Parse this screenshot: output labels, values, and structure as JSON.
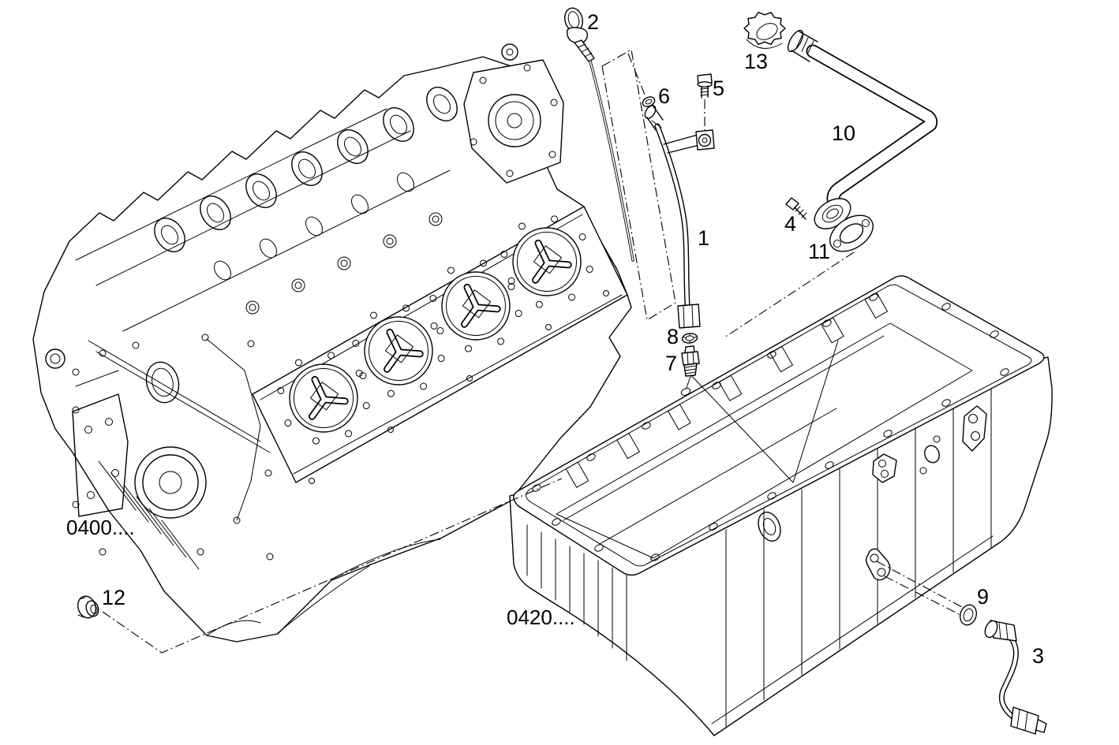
{
  "diagram": {
    "background": "#ffffff",
    "line_color": "#000000",
    "text_color": "#000000",
    "parts": {
      "p1": "1",
      "p2": "2",
      "p3": "3",
      "p4": "4",
      "p5": "5",
      "p6": "6",
      "p7": "7",
      "p8": "8",
      "p9": "9",
      "p10": "10",
      "p11": "11",
      "p12": "12",
      "p13": "13"
    },
    "references": {
      "block": "0400....",
      "sump": "0420...."
    }
  }
}
